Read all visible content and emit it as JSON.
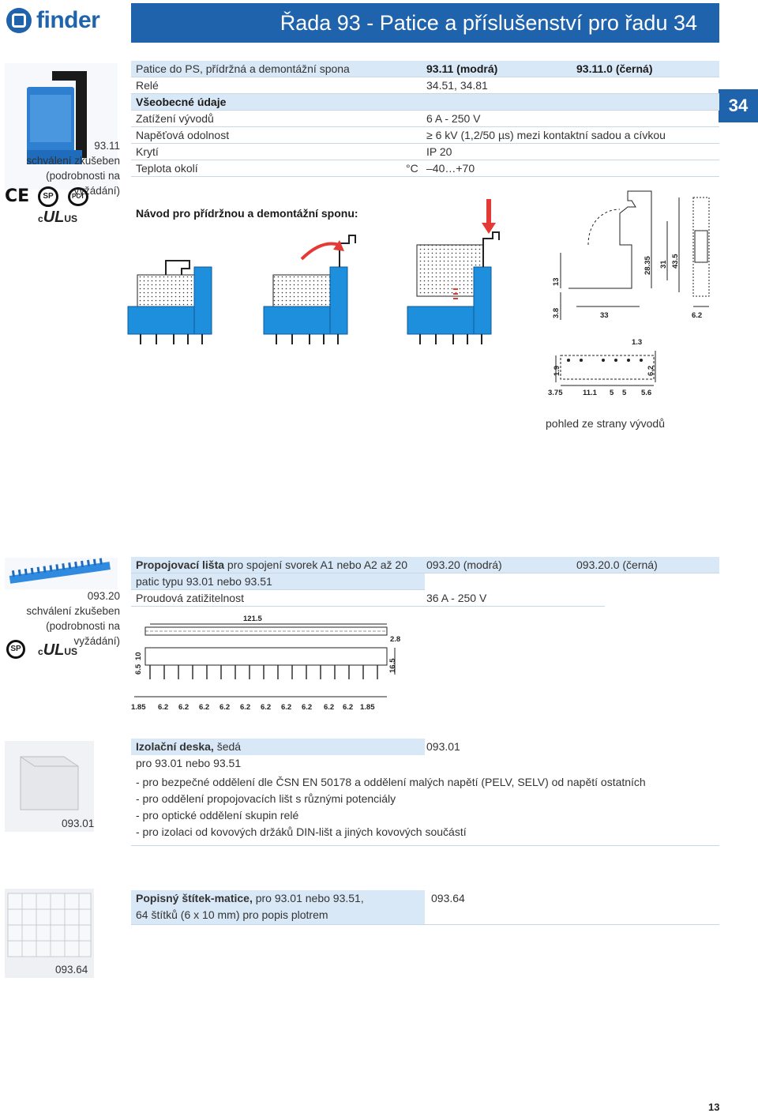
{
  "header": {
    "brand": "finder",
    "title": "Řada 93 -  Patice a příslušenství pro řadu 34",
    "tab": "34"
  },
  "section1": {
    "code": "93.11",
    "approval": "schválení zkušeben",
    "approval_note": "(podrobnosti na vyžádání)",
    "certs": {
      "ce": "CE",
      "csa": "SP",
      "gost": "PCT",
      "ul": "US"
    },
    "rows": [
      {
        "label": "Patice do PS, přídržná a demontážní spona",
        "col1": "93.11 (modrá)",
        "col2": "93.11.0 (černá)"
      },
      {
        "label": "Relé",
        "col1": "34.51, 34.81"
      },
      {
        "label": "Všeobecné údaje"
      },
      {
        "label": "Zatížení vývodů",
        "col1": "6 A - 250 V"
      },
      {
        "label": "Napěťová odolnost",
        "col1": "≥ 6 kV (1,2/50 µs) mezi kontaktní sadou a cívkou"
      },
      {
        "label": "Krytí",
        "col1": "IP 20"
      },
      {
        "label": "Teplota okolí",
        "unit": "°C",
        "col1": "–40…+70"
      }
    ],
    "instructions": "Návod pro přídržnou a demontážní sponu:",
    "side_dims": [
      "13",
      "3.8",
      "33",
      "28.35",
      "31",
      "43.5",
      "6.2"
    ],
    "pin_dims": [
      "1.3",
      "1.9",
      "6.2",
      "3.75",
      "11.1",
      "5",
      "5",
      "5.6"
    ],
    "pin_caption": "pohled ze strany vývodů"
  },
  "section2": {
    "code": "093.20",
    "approval": "schválení zkušeben",
    "approval_note": "(podrobnosti na vyžádání)",
    "name": "Propojovací lišta",
    "desc": " pro spojení svorek A1 nebo A2 až 20",
    "desc2": "patic typu 93.01 nebo 93.51",
    "col1": "093.20 (modrá)",
    "col2": "093.20.0 (černá)",
    "load_label": "Proudová zatižitelnost",
    "load_value": "36 A - 250 V",
    "dims": {
      "length": "121.5",
      "t": "2.8",
      "h": "16.5",
      "a": "6.5",
      "b": "10",
      "first": "1.85",
      "pitch": "6.2",
      "last": "1.85"
    }
  },
  "section3": {
    "code": "093.01",
    "name": "Izolační deska,",
    "name_rest": " šedá",
    "order": "093.01",
    "subtitle": "pro 93.01 nebo 93.51",
    "bullets": [
      "- pro bezpečné oddělení dle ČSN EN 50178  a oddělení malých napětí (PELV, SELV) od napětí ostatních",
      "- pro oddělení propojovacích lišt s různými potenciály",
      "- pro optické oddělení skupin relé",
      "- pro izolaci od kovových držáků DIN-lišt a jiných kovových součástí"
    ]
  },
  "section4": {
    "code": "093.64",
    "name": "Popisný štítek-matice,",
    "desc": " pro 93.01 nebo 93.51,",
    "desc2": "64 štítků (6 x 10 mm) pro popis plotrem",
    "order": "093.64"
  },
  "footer": {
    "page": "13"
  },
  "colors": {
    "brand": "#1f63ad",
    "row_highlight": "#d9e8f6",
    "part_blue": "#1d8fdc"
  }
}
